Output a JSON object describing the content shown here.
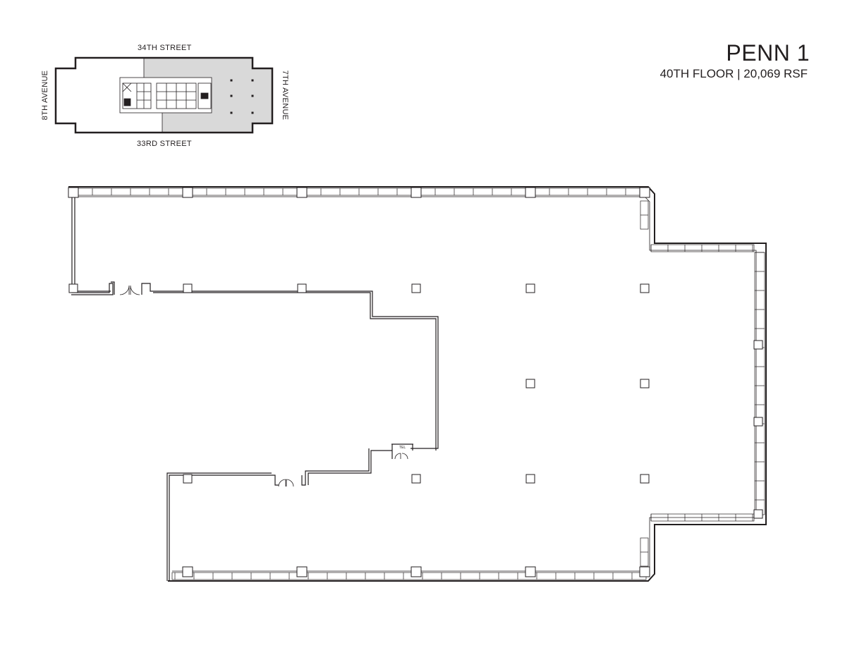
{
  "header": {
    "building": "PENN 1",
    "floor_info": "40TH FLOOR | 20,069 RSF"
  },
  "key_plan": {
    "street_north": "34TH STREET",
    "street_south": "33RD STREET",
    "avenue_west": "8TH AVENUE",
    "avenue_east": "7TH AVENUE",
    "highlight_color": "#d9d9d9"
  },
  "floor_plan": {
    "room_label": "TEL",
    "line_color": "#231f20"
  }
}
